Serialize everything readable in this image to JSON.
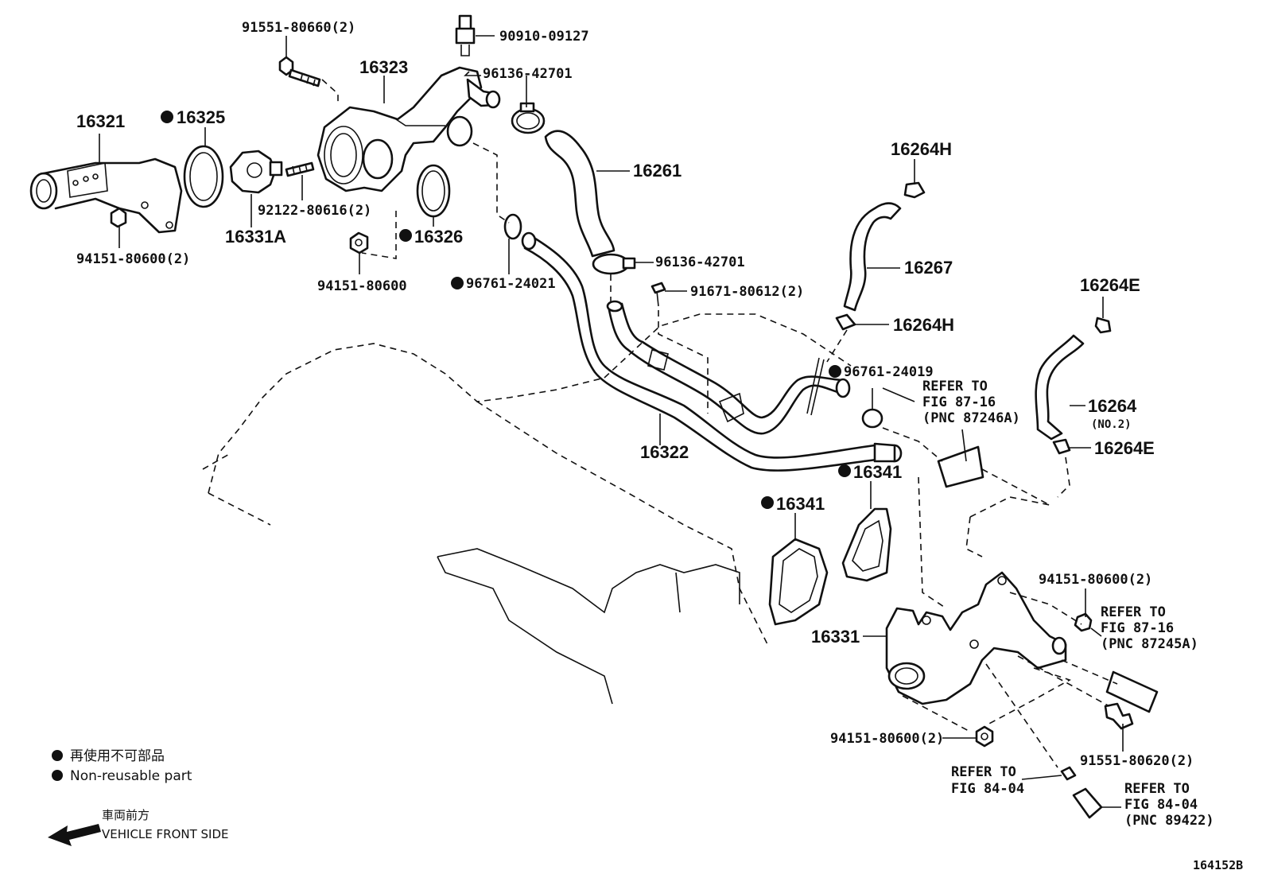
{
  "labels": {
    "p91551_80660": "91551-80660(2)",
    "p90910_09127": "90910-09127",
    "p16323": "16323",
    "p96136_42701_a": "96136-42701",
    "p16321": "16321",
    "p16325": "16325",
    "p16261": "16261",
    "p92122_80616": "92122-80616(2)",
    "p16331A": "16331A",
    "p16326": "16326",
    "p94151_80600_2a": "94151-80600(2)",
    "p94151_80600": "94151-80600",
    "p96761_24021": "96761-24021",
    "p96136_42701_b": "96136-42701",
    "p91671_80612": "91671-80612(2)",
    "p16264H_a": "16264H",
    "p16267": "16267",
    "p16264H_b": "16264H",
    "p16264E_a": "16264E",
    "p96761_24019": "96761-24019",
    "p16264": "16264",
    "p16264_no2": "(NO.2)",
    "p16264E_b": "16264E",
    "p16322": "16322",
    "p16341_a": "16341",
    "p16341_b": "16341",
    "p94151_80600_2b": "94151-80600(2)",
    "p16331": "16331",
    "p94151_80600_2c": "94151-80600(2)",
    "p91551_80620": "91551-80620(2)",
    "refer_87246a": [
      "REFER TO",
      "FIG 87-16",
      "(PNC 87246A)"
    ],
    "refer_87245a": [
      "REFER TO",
      "FIG 87-16",
      "(PNC 87245A)"
    ],
    "refer_84_04": [
      "REFER TO",
      "FIG 84-04"
    ],
    "refer_89422": [
      "REFER TO",
      "FIG 84-04",
      "(PNC 89422)"
    ]
  },
  "legend": {
    "jp": "再使用不可部品",
    "en": "Non-reusable part",
    "front_jp": "車両前方",
    "front_en": "VEHICLE FRONT SIDE"
  },
  "figure_id": "164152B"
}
